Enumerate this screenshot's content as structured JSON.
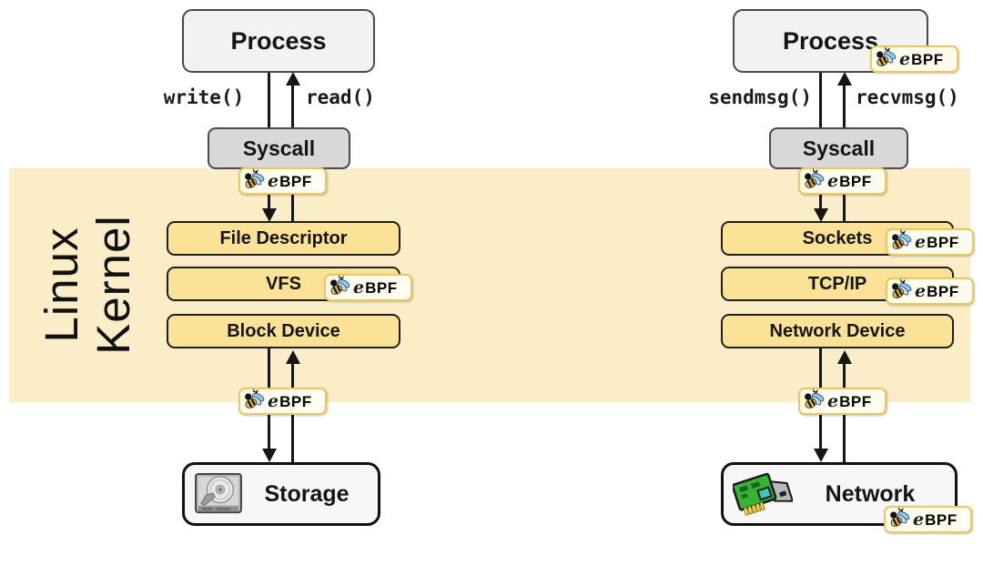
{
  "kernel": {
    "line1": "Linux",
    "line2": "Kernel"
  },
  "badge": {
    "e": "e",
    "bpf": "BPF"
  },
  "left": {
    "process": "Process",
    "write": "write()",
    "read": "read()",
    "syscall": "Syscall",
    "kernel_boxes": [
      "File Descriptor",
      "VFS",
      "Block Device"
    ],
    "endpoint": "Storage"
  },
  "right": {
    "process": "Process",
    "send": "sendmsg()",
    "recv": "recvmsg()",
    "syscall": "Syscall",
    "kernel_boxes": [
      "Sockets",
      "TCP/IP",
      "Network Device"
    ],
    "endpoint": "Network"
  },
  "icons": {
    "badge_icon": "ebpf-bee-icon",
    "storage_icon": "hard-drive-icon",
    "network_icon": "network-card-icon"
  },
  "colors": {
    "kernel_band": "#FBEDC7",
    "kernel_box_fill": "#FBE296",
    "box_border": "#1F1F1F",
    "process_fill": "#F2F2F2",
    "syscall_fill": "#D8D8D8",
    "endpoint_fill": "#F7F7F7",
    "badge_fill": "#FFFCEE",
    "badge_border": "#E9C95B",
    "arrow": "#161616"
  }
}
